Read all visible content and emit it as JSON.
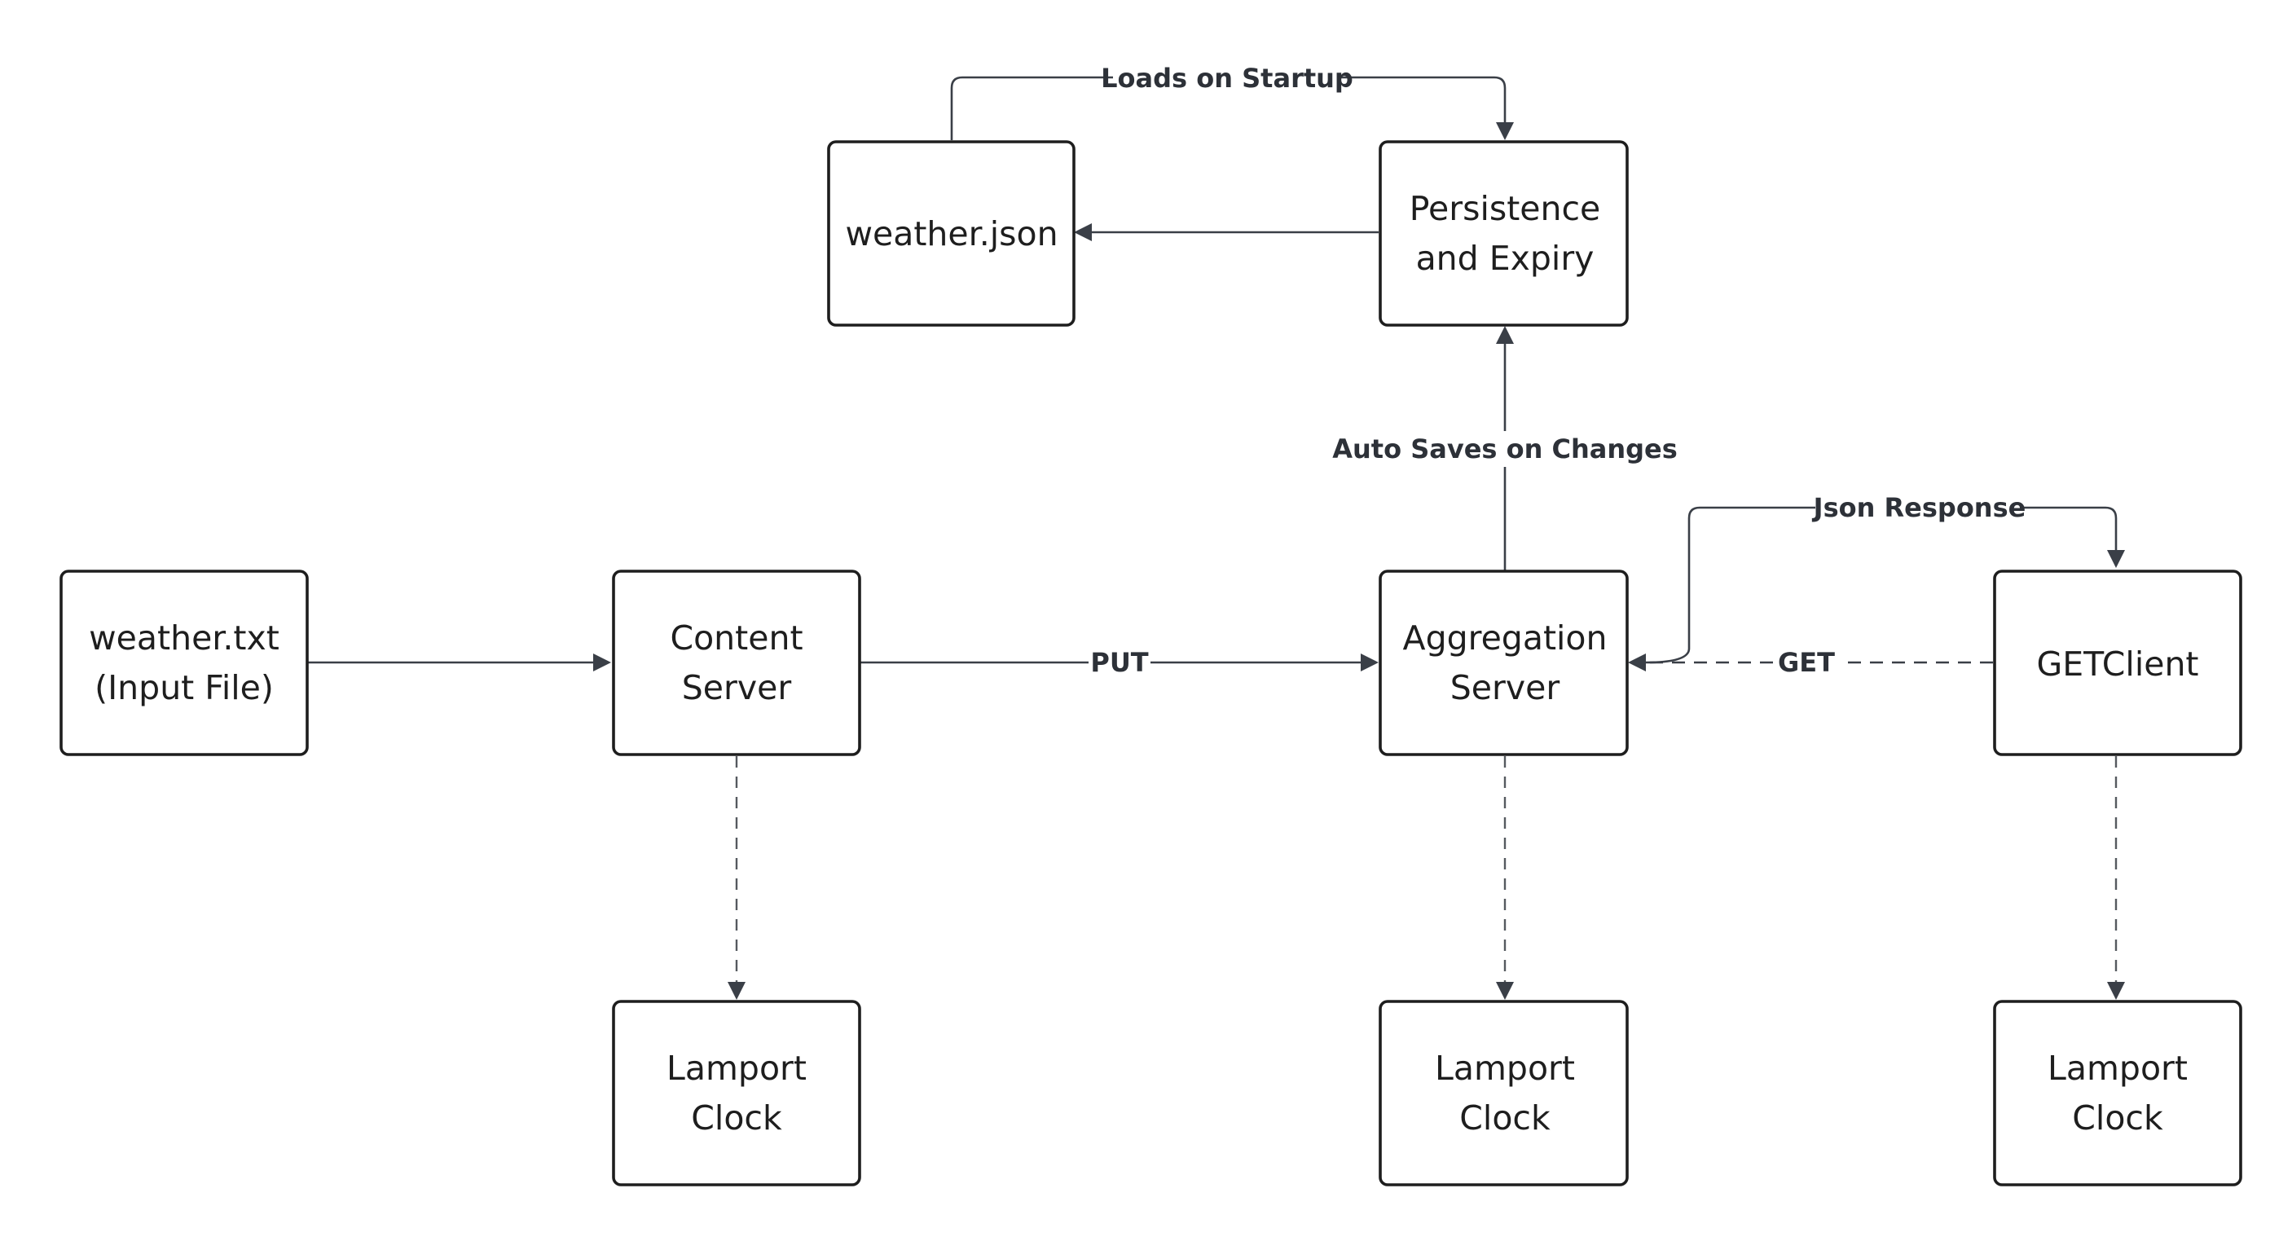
{
  "nodes": {
    "weather_json": {
      "lines": [
        "weather.json"
      ]
    },
    "persistence": {
      "lines": [
        "Persistence",
        "and Expiry"
      ]
    },
    "weather_txt": {
      "lines": [
        "weather.txt",
        "(Input File)"
      ]
    },
    "content_server": {
      "lines": [
        "Content",
        "Server"
      ]
    },
    "aggregation_server": {
      "lines": [
        "Aggregation",
        "Server"
      ]
    },
    "get_client": {
      "lines": [
        "GETClient"
      ]
    },
    "lamport_content": {
      "lines": [
        "Lamport",
        "Clock"
      ]
    },
    "lamport_aggregation": {
      "lines": [
        "Lamport",
        "Clock"
      ]
    },
    "lamport_client": {
      "lines": [
        "Lamport",
        "Clock"
      ]
    }
  },
  "edges": {
    "loads_on_startup": {
      "label": "Loads on Startup",
      "style": "solid"
    },
    "persist_to_json": {
      "label": "",
      "style": "solid"
    },
    "auto_saves": {
      "label": "Auto Saves on Changes",
      "style": "solid"
    },
    "input_to_content": {
      "label": "",
      "style": "solid"
    },
    "put": {
      "label": "PUT",
      "style": "solid"
    },
    "json_response": {
      "label": "Json Response",
      "style": "solid"
    },
    "get": {
      "label": "GET",
      "style": "dashed"
    },
    "content_clock": {
      "label": "",
      "style": "dashed"
    },
    "aggregation_clock": {
      "label": "",
      "style": "dashed"
    },
    "client_clock": {
      "label": "",
      "style": "dashed"
    }
  },
  "colors": {
    "node_border": "#1e1e1e",
    "edge": "#3a3f47",
    "background": "#ffffff",
    "text": "#1e1e1e"
  }
}
